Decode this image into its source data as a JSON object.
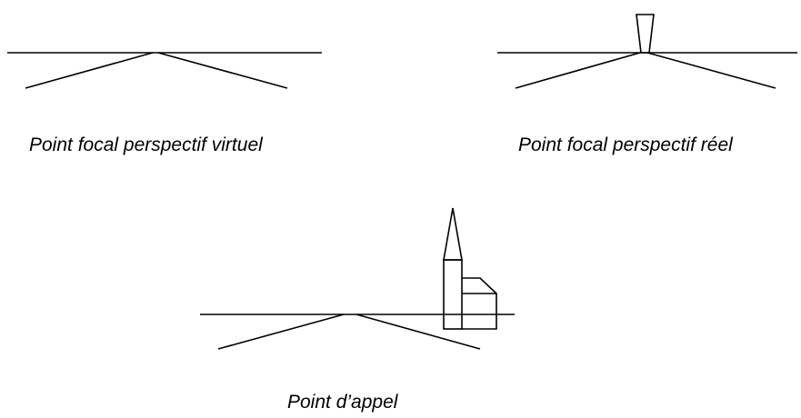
{
  "figures": [
    {
      "id": "virtual",
      "caption": "Point focal perspectif virtuel"
    },
    {
      "id": "real",
      "caption": "Point focal perspectif réel"
    },
    {
      "id": "appel",
      "caption": "Point d’appel"
    }
  ]
}
